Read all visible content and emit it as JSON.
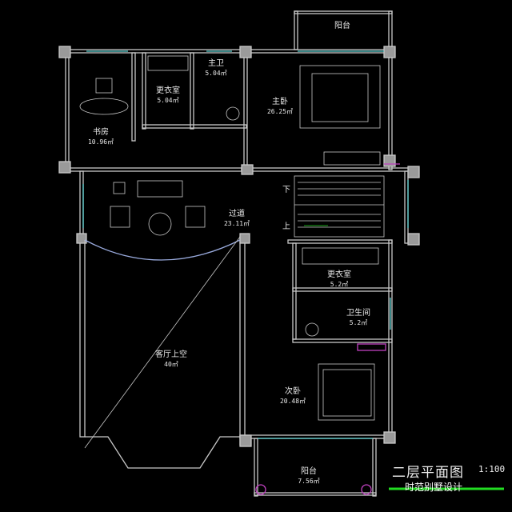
{
  "drawing": {
    "title": "二层平面图",
    "scale": "1:100",
    "watermark": "时范别墅设计",
    "colors": {
      "background": "#000000",
      "wall": "#c8c8c8",
      "window": "#5ad0d0",
      "accent": "#c040c0",
      "underline": "#22dd22"
    },
    "stair_labels": {
      "down": "下",
      "up": "上"
    },
    "rooms": [
      {
        "name": "阳台",
        "area": ""
      },
      {
        "name": "主卫",
        "area": "5.04㎡"
      },
      {
        "name": "更衣室",
        "area": "5.04㎡"
      },
      {
        "name": "主卧",
        "area": "26.25㎡"
      },
      {
        "name": "书房",
        "area": "10.96㎡"
      },
      {
        "name": "过道",
        "area": "23.11㎡"
      },
      {
        "name": "客厅上空",
        "area": "40㎡"
      },
      {
        "name": "更衣室",
        "area": "5.2㎡"
      },
      {
        "name": "卫生间",
        "area": "5.2㎡"
      },
      {
        "name": "次卧",
        "area": "20.48㎡"
      },
      {
        "name": "阳台",
        "area": "7.56㎡"
      }
    ]
  }
}
